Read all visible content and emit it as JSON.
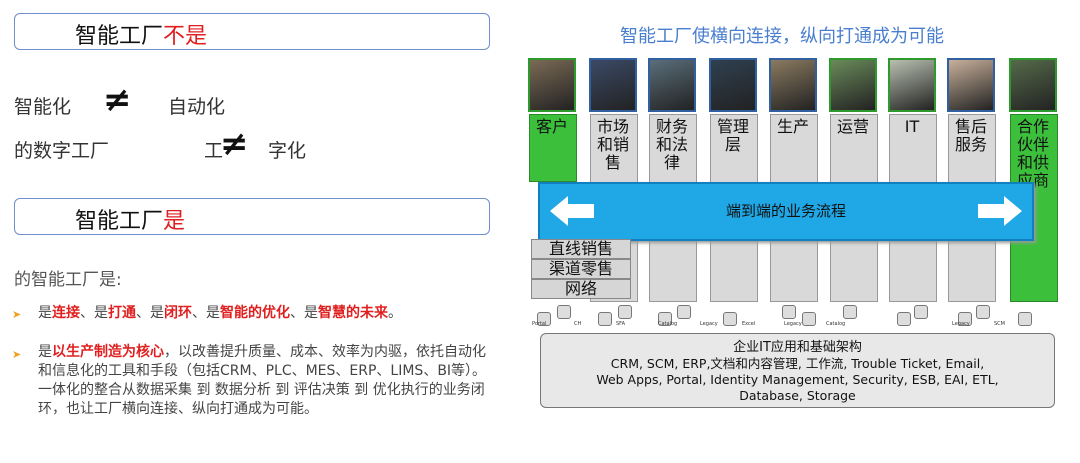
{
  "left": {
    "box1": {
      "prefix": "智能工厂",
      "highlight": "不是"
    },
    "row1": {
      "left": "智能化",
      "right": "自动化"
    },
    "row2": {
      "left": "的数字工厂",
      "right_a": "工",
      "right_b": "字化"
    },
    "box2": {
      "prefix": "智能工厂",
      "highlight": "是"
    },
    "intro": "的智能工厂是:",
    "bullet1": [
      {
        "t": "是",
        "b": false
      },
      {
        "t": "连接",
        "b": true
      },
      {
        "t": "、是",
        "b": false
      },
      {
        "t": "打通",
        "b": true
      },
      {
        "t": "、是",
        "b": false
      },
      {
        "t": "闭环",
        "b": true
      },
      {
        "t": "、是",
        "b": false
      },
      {
        "t": "智能的优化",
        "b": true
      },
      {
        "t": "、是",
        "b": false
      },
      {
        "t": "智慧的未来",
        "b": true
      },
      {
        "t": "。",
        "b": false
      }
    ],
    "bullet2": {
      "lead": "是",
      "bold": "以生产制造为核心",
      "rest": "，以改善提升质量、成本、效率为内驱，依托自动化和信息化的工具和手段（包括CRM、PLC、MES、ERP、LIMS、BI等）。一体化的整合从数据采集 到 数据分析 到 评估决策 到 优化执行的业务闭环，也让工厂横向连接、纵向打通成为可能。"
    }
  },
  "diagram": {
    "title": "智能工厂使横向连接，纵向打通成为可能",
    "columns": [
      "客户",
      "市场\n和销\n售",
      "财务\n和法\n律",
      "管理\n层",
      "生产",
      "运营",
      "IT",
      "售后\n服务",
      "合作\n伙伴\n和供\n应商"
    ],
    "band": "端到端的业务流程",
    "sub_items": [
      "直线销售",
      "渠道零售",
      "网络"
    ],
    "infra": [
      "企业IT应用和基础架构",
      "CRM, SCM, ERP,文档和内容管理, 工作流, Trouble Ticket, Email,",
      "Web Apps, Portal, Identity Management, Security, ESB, EAI, ETL,",
      "Database, Storage"
    ],
    "db_labels": [
      "Portal",
      "CH",
      "SFA",
      "Catalog",
      "Legacy",
      "Excel",
      "Legacy",
      "Catalog",
      "",
      "",
      "Legacy",
      "SCM"
    ]
  },
  "colors": {
    "accent": "#4a7fcf",
    "green": "#3cc03c",
    "band": "#1fa7e6",
    "red": "#e02020"
  }
}
